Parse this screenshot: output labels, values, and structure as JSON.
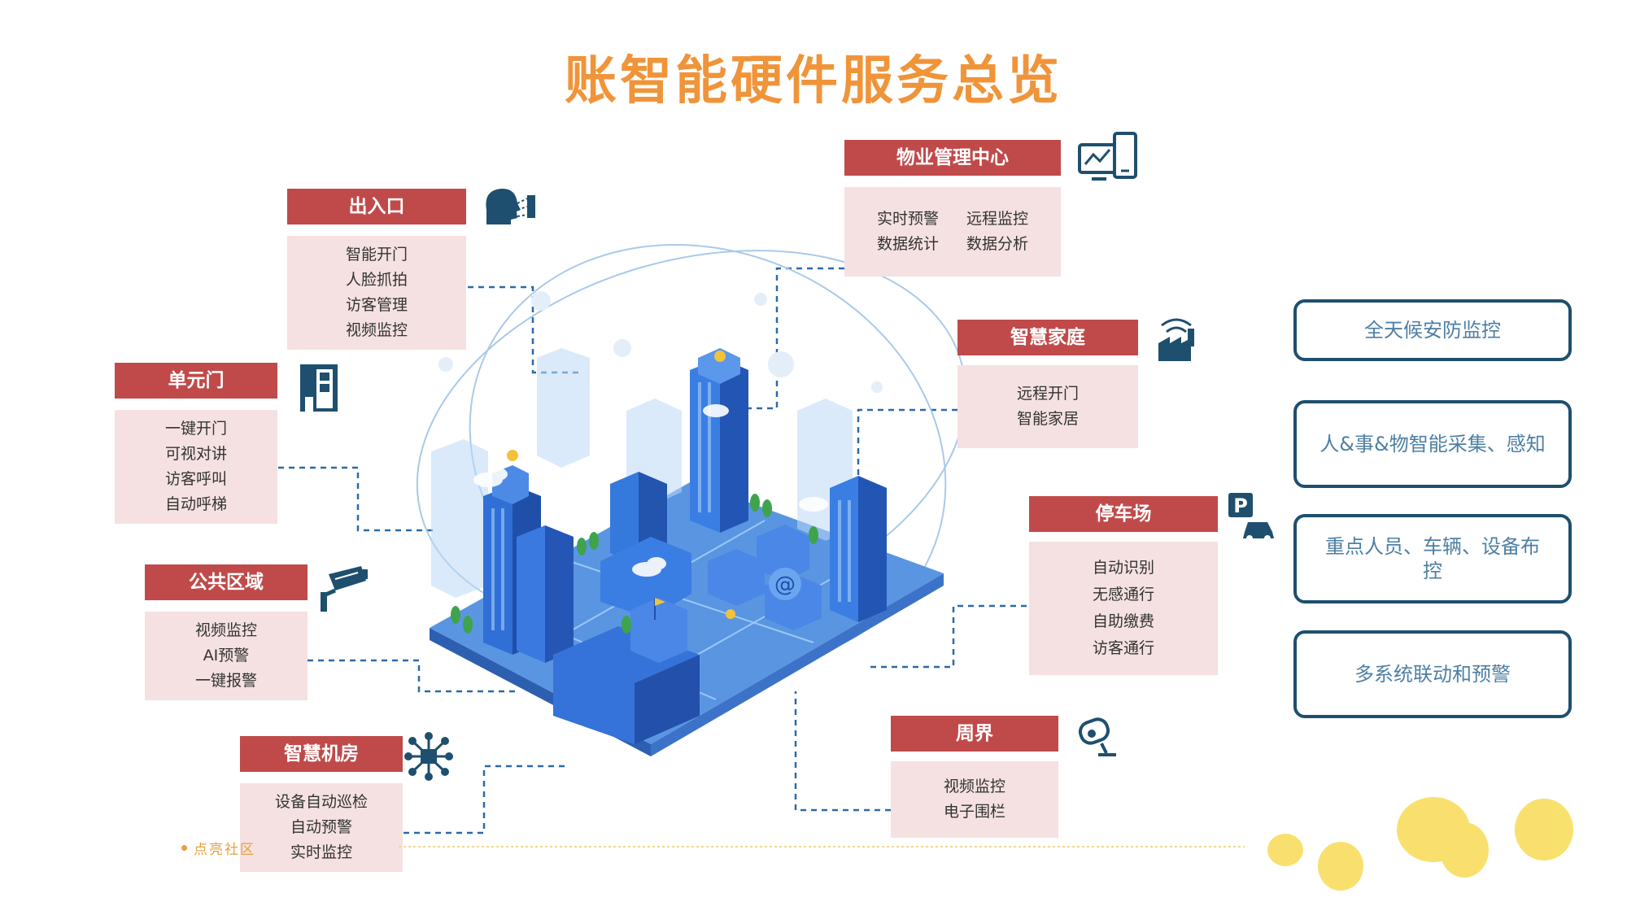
{
  "title": "账智能硬件服务总览",
  "cards": {
    "entrance": {
      "title": "出入口",
      "items": [
        "智能开门",
        "人脸抓拍",
        "访客管理",
        "视频监控"
      ]
    },
    "property": {
      "title": "物业管理中心",
      "items": [
        "实时预警",
        "远程监控",
        "数据统计",
        "数据分析"
      ]
    },
    "home": {
      "title": "智慧家庭",
      "items": [
        "远程开门",
        "智能家居"
      ]
    },
    "unit": {
      "title": "单元门",
      "items": [
        "一键开门",
        "可视对讲",
        "访客呼叫",
        "自动呼梯"
      ]
    },
    "parking": {
      "title": "停车场",
      "items": [
        "自动识别",
        "无感通行",
        "自助缴费",
        "访客通行"
      ]
    },
    "public": {
      "title": "公共区域",
      "items": [
        "视频监控",
        "AI预警",
        "一键报警"
      ]
    },
    "perimeter": {
      "title": "周界",
      "items": [
        "视频监控",
        "电子围栏"
      ]
    },
    "machine": {
      "title": "智慧机房",
      "items": [
        "设备自动巡检",
        "自动预警",
        "实时监控"
      ]
    }
  },
  "features": [
    "全天候安防监控",
    "人&事&物智能采集、感知",
    "重点人员、车辆、设备布控",
    "多系统联动和预警"
  ],
  "footer": "点亮社区",
  "icons": [
    "face-scan-icon",
    "monitor-chart-icon",
    "smart-home-wifi-icon",
    "building-door-icon",
    "parking-car-icon",
    "cctv-camera-icon",
    "security-camera-icon",
    "network-hub-icon"
  ],
  "colors": {
    "title": "#f0943a",
    "card_header": "#c04a4a",
    "card_body": "#f5e1e1",
    "feature_border": "#1e4f6e",
    "feature_text": "#4e7fa4",
    "icon": "#1e4f6e",
    "blob": "#f8d94a"
  }
}
